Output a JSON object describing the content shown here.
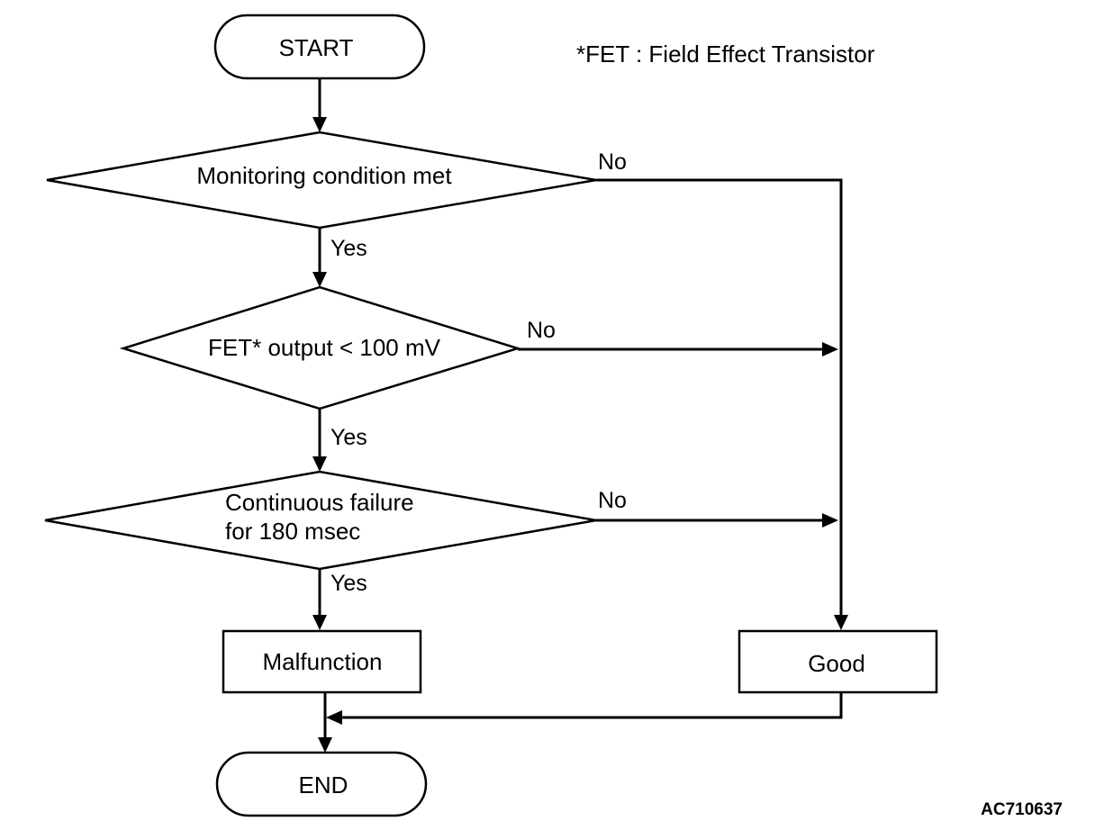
{
  "footnote": "*FET : Field Effect Transistor",
  "figure_code": "AC710637",
  "nodes": {
    "start": "START",
    "decision_monitoring": "Monitoring condition met",
    "decision_fet": "FET* output < 100 mV",
    "decision_continuous_line1": "Continuous failure",
    "decision_continuous_line2": "for 180 msec",
    "malfunction": "Malfunction",
    "good": "Good",
    "end": "END"
  },
  "branch_labels": {
    "monitoring_yes": "Yes",
    "monitoring_no": "No",
    "fet_yes": "Yes",
    "fet_no": "No",
    "continuous_yes": "Yes",
    "continuous_no": "No"
  }
}
